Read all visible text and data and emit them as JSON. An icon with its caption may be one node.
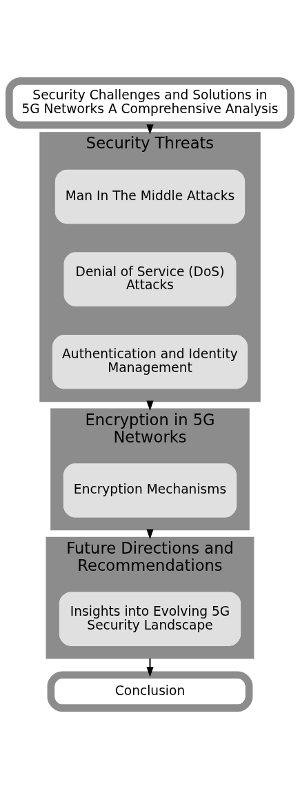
{
  "diagram": {
    "nodes": [
      {
        "text": [
          "Security Challenges and Solutions in 5G Networks A Comprehensive Analysis"
        ]
      },
      {
        "text": [
          "Security Threats"
        ]
      },
      {
        "text": [
          "Man In The Middle Attacks"
        ],
        "in": 1
      },
      {
        "text": [
          "Denial of Service (DoS) Attacks"
        ],
        "in": 1
      },
      {
        "text": [
          "Authentication and Identity Management"
        ],
        "in": 1
      },
      {
        "text": [
          "Encryption in 5G Networks"
        ]
      },
      {
        "text": [
          "Encryption Mechanisms"
        ],
        "in": 5
      },
      {
        "text": [
          "Future Directions and Recommendations"
        ]
      },
      {
        "text": [
          "Insights into Evolving 5G Security Landscape"
        ],
        "in": 7
      },
      {
        "text": [
          "Conclusion"
        ]
      }
    ],
    "edges": [
      {
        "from": 0,
        "to": 1,
        "arrow": "to"
      },
      {
        "from": 1,
        "to": 5,
        "arrow": "to"
      },
      {
        "from": 5,
        "to": 7,
        "arrow": "to"
      },
      {
        "from": 7,
        "to": 9,
        "arrow": "to"
      }
    ]
  }
}
